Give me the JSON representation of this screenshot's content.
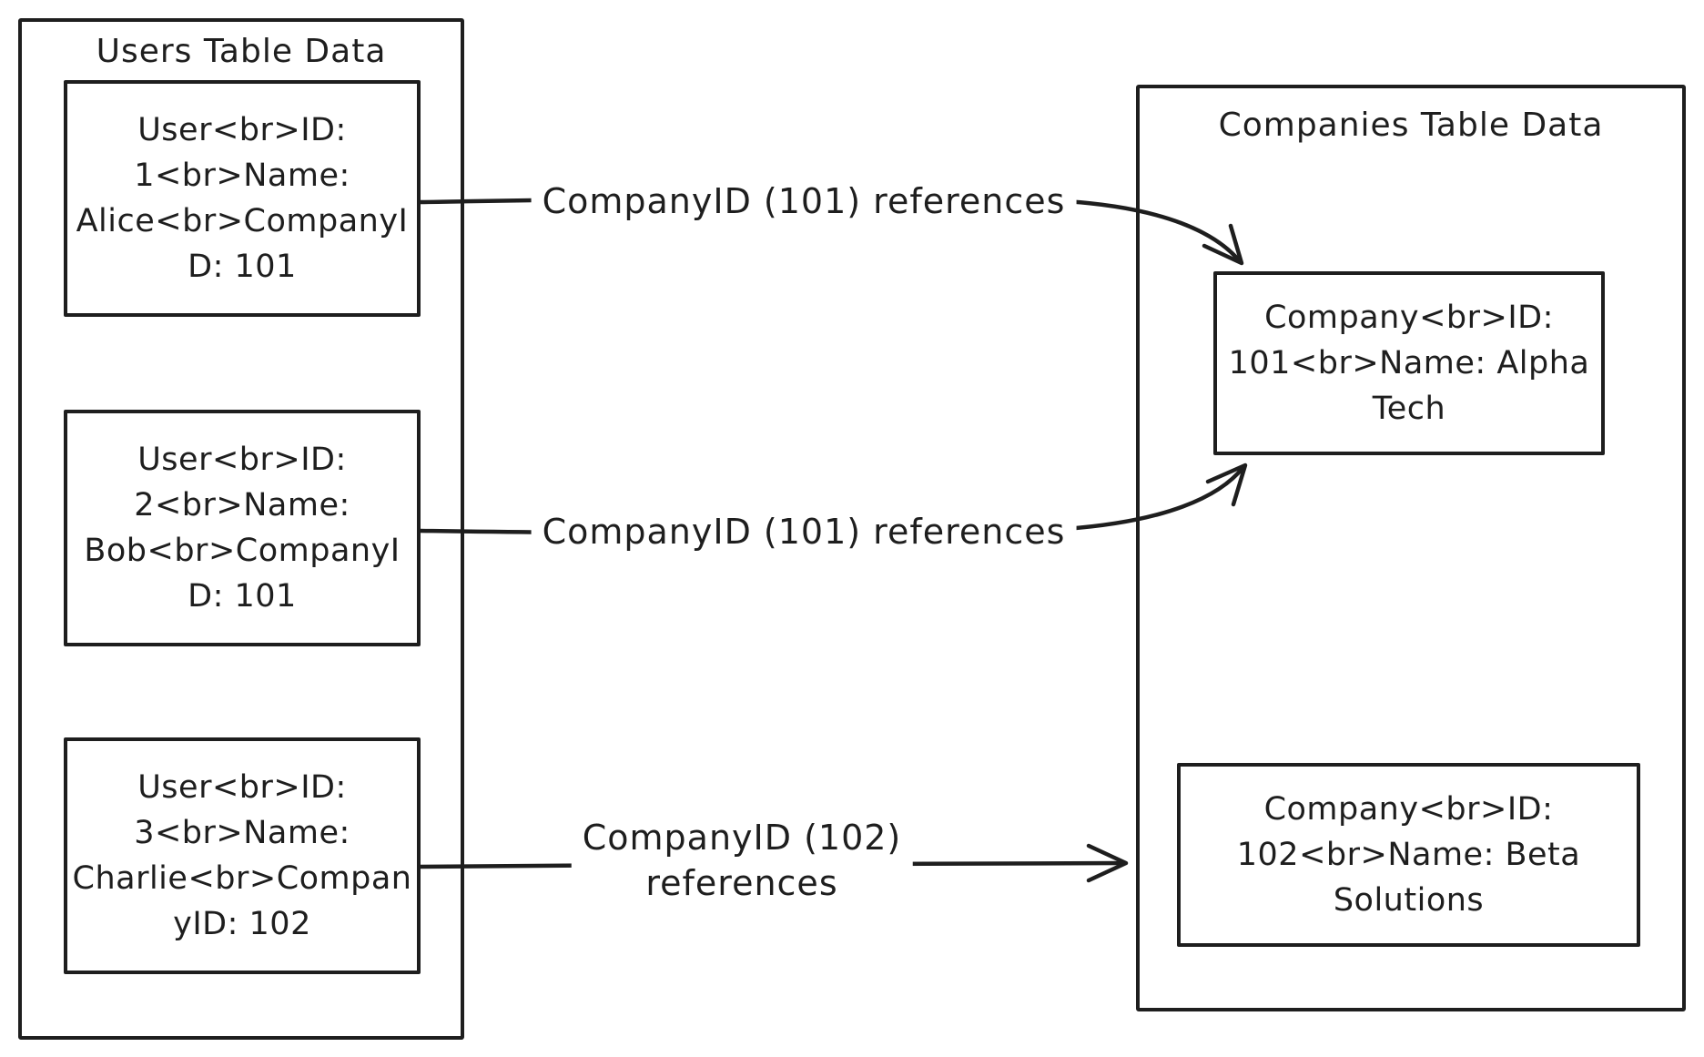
{
  "colors": {
    "stroke": "#1e1e1e",
    "background": "#ffffff"
  },
  "users_table": {
    "title": "Users Table Data",
    "records": [
      {
        "text": "User<br>ID:\n1<br>Name:\nAlice<br>CompanyI\nD: 101"
      },
      {
        "text": "User<br>ID:\n2<br>Name:\nBob<br>CompanyI\nD: 101"
      },
      {
        "text": "User<br>ID:\n3<br>Name:\nCharlie<br>Compan\nyID: 102"
      }
    ]
  },
  "companies_table": {
    "title": "Companies Table Data",
    "records": [
      {
        "text": "Company<br>ID:\n101<br>Name: Alpha\nTech"
      },
      {
        "text": "Company<br>ID:\n102<br>Name: Beta\nSolutions"
      }
    ]
  },
  "edges": [
    {
      "label": "CompanyID (101) references",
      "from": "User 1 (Alice)",
      "to": "Company 101 (Alpha Tech)"
    },
    {
      "label": "CompanyID (101) references",
      "from": "User 2 (Bob)",
      "to": "Company 101 (Alpha Tech)"
    },
    {
      "label": "CompanyID (102)\nreferences",
      "from": "User 3 (Charlie)",
      "to": "Company 102 (Beta Solutions)"
    }
  ]
}
